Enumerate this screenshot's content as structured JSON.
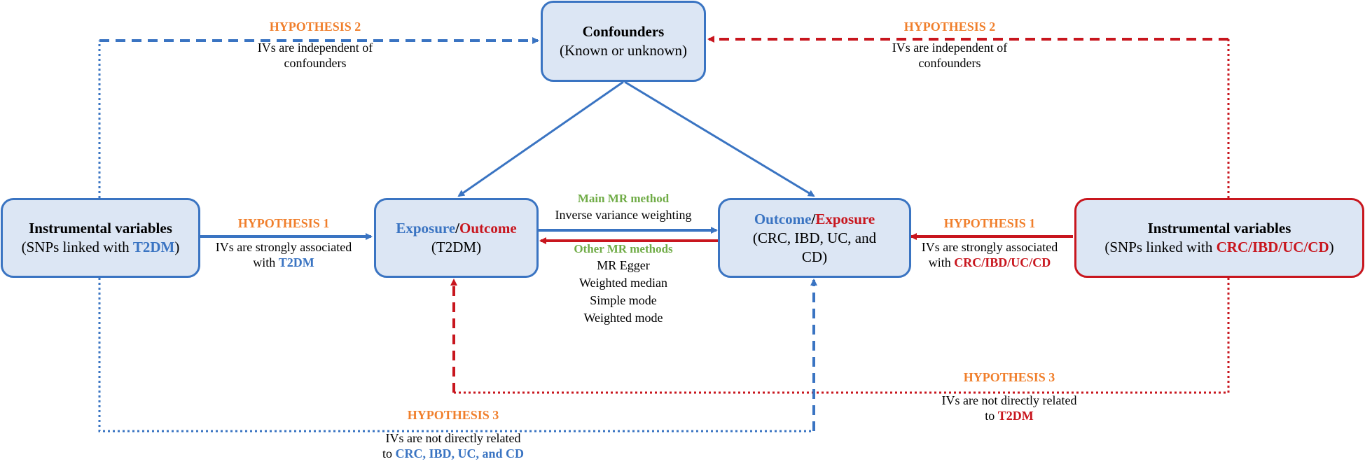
{
  "boxes": {
    "confounders": {
      "title": "Confounders",
      "subtitle": "(Known or unknown)"
    },
    "iv_left": {
      "title": "Instrumental variables",
      "line2_prefix": "(SNPs linked with ",
      "line2_highlight": "T2DM",
      "line2_suffix": ")"
    },
    "exposure_outcome": {
      "part1": "Exposure",
      "slash": "/",
      "part2": "Outcome",
      "subtitle": "(T2DM)"
    },
    "outcome_exposure": {
      "part1": "Outcome",
      "slash": "/",
      "part2": "Exposure",
      "line2": "(CRC, IBD, UC, and",
      "line3": "CD)"
    },
    "iv_right": {
      "title": "Instrumental variables",
      "line2_prefix": "(SNPs linked with ",
      "line2_highlight": "CRC/IBD/UC/CD",
      "line2_suffix": ")"
    }
  },
  "labels": {
    "left_hyp2": {
      "heading": "HYPOTHESIS 2",
      "line1": "IVs are independent of",
      "line2": "confounders"
    },
    "right_hyp2": {
      "heading": "HYPOTHESIS 2",
      "line1": "IVs are independent of",
      "line2": "confounders"
    },
    "left_hyp1": {
      "heading": "HYPOTHESIS 1",
      "line1": "IVs are strongly associated",
      "line2_prefix": "with ",
      "line2_highlight": "T2DM"
    },
    "right_hyp1": {
      "heading": "HYPOTHESIS 1",
      "line1": "IVs are strongly associated",
      "line2_prefix": "with ",
      "line2_highlight": "CRC/IBD/UC/CD"
    },
    "main_mr": {
      "heading": "Main MR method",
      "line1": "Inverse variance weighting"
    },
    "other_mr": {
      "heading": "Other MR methods",
      "methods": [
        "MR Egger",
        "Weighted median",
        "Simple mode",
        "Weighted mode"
      ]
    },
    "right_hyp3": {
      "heading": "HYPOTHESIS 3",
      "line1": "IVs are not directly related",
      "line2_prefix": "to ",
      "line2_highlight": "T2DM"
    },
    "left_hyp3": {
      "heading": "HYPOTHESIS 3",
      "line1": "IVs are not directly related",
      "line2_prefix": "to ",
      "line2_highlight": "CRC, IBD, UC, and CD"
    }
  },
  "colors": {
    "blue": "#3a74c2",
    "red": "#c8161e",
    "orange": "#f07f2c",
    "green": "#70ac47",
    "box_fill": "#dce6f4"
  }
}
